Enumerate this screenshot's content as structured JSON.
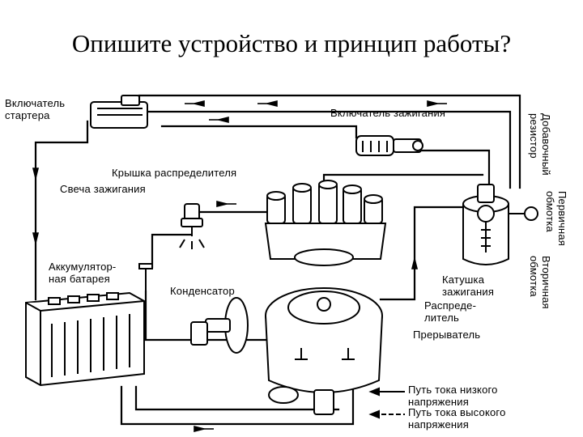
{
  "slide": {
    "title": "Опишите устройство и принцип работы?"
  },
  "labels": {
    "starter_switch_1": "Включатель",
    "starter_switch_2": "стартера",
    "ignition_switch": "Включатель зажигания",
    "distributor_cap": "Крышка распределителя",
    "spark_plug": "Свеча зажигания",
    "battery_1": "Аккумулятор-",
    "battery_2": "ная батарея",
    "condenser": "Конденсатор",
    "coil_1": "Катушка",
    "coil_2": "зажигания",
    "distributor_1": "Распреде-",
    "distributor_2": "литель",
    "breaker": "Прерыватель",
    "resistor_1": "Добавочный",
    "resistor_2": "резистор",
    "primary_1": "Первичная",
    "primary_2": "обмотка",
    "secondary_1": "Вторичная",
    "secondary_2": "обмотка"
  },
  "legend": {
    "low_voltage_1": "Путь тока низкого",
    "low_voltage_2": "напряжения",
    "high_voltage_1": "Путь тока высокого",
    "high_voltage_2": "напряжения"
  }
}
